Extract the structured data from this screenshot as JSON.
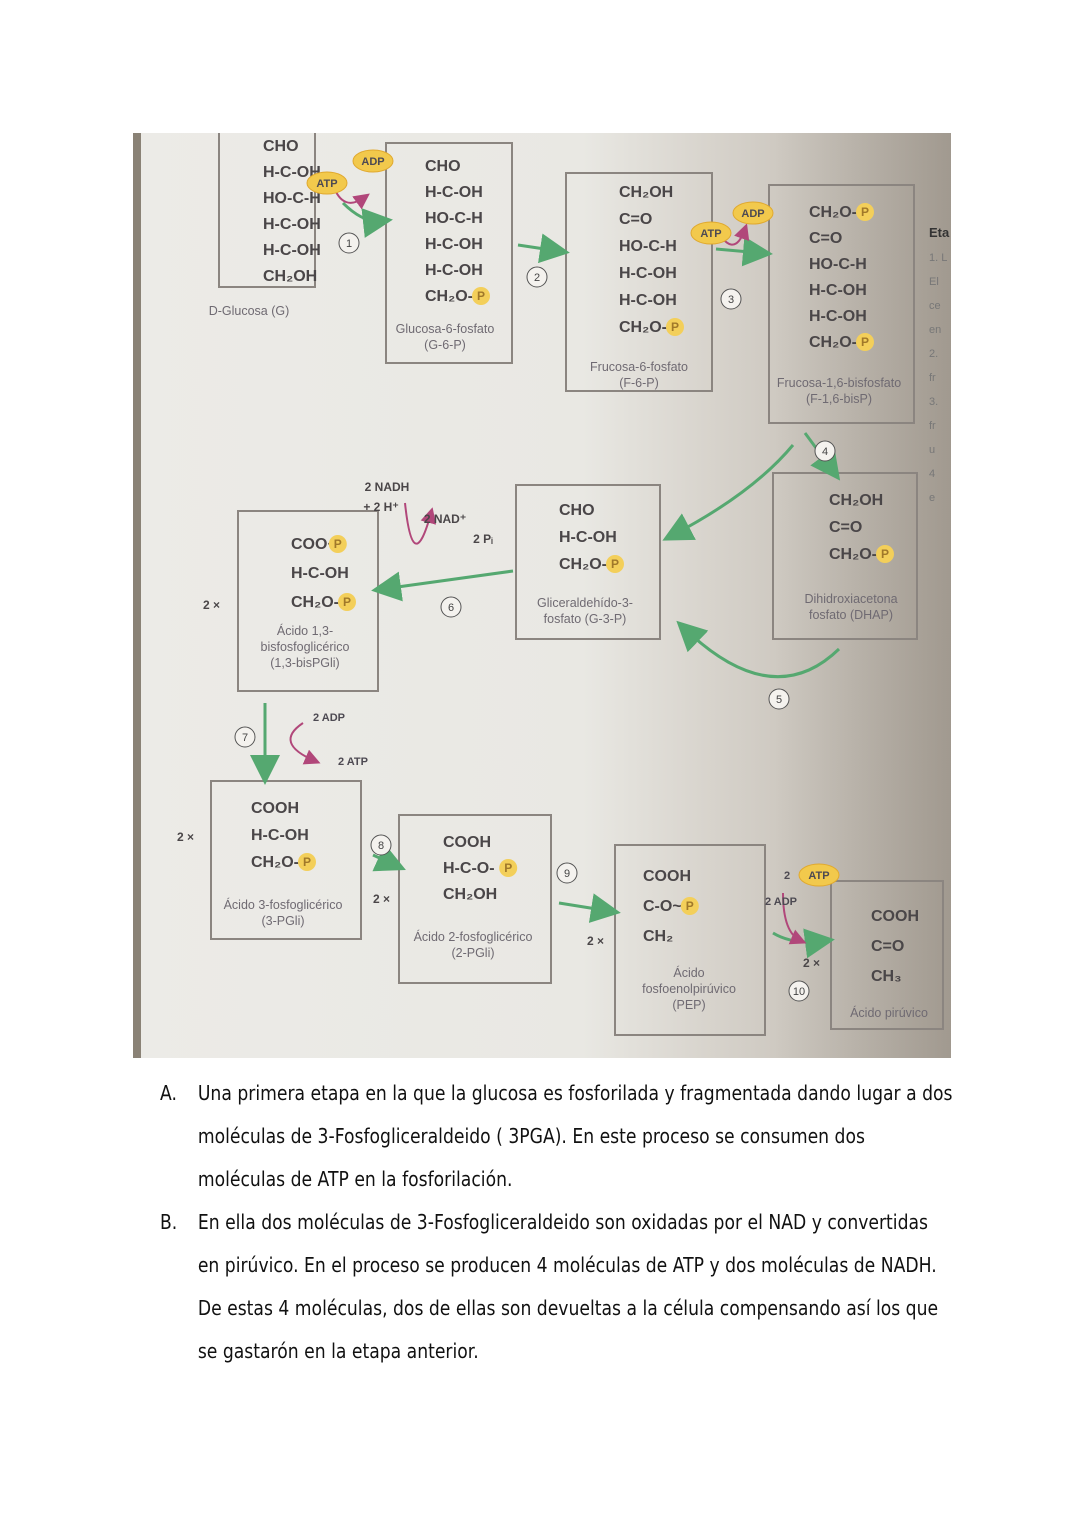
{
  "diagram": {
    "compounds": [
      {
        "id": "glucose",
        "lines": [
          "CHO",
          "H-C-OH",
          "HO-C-H",
          "H-C-OH",
          "H-C-OH",
          "CH₂OH"
        ],
        "caption": [
          "D-Glucosa (G)"
        ]
      },
      {
        "id": "g6p",
        "lines": [
          "CHO",
          "H-C-OH",
          "HO-C-H",
          "H-C-OH",
          "H-C-OH",
          "CH₂O-"
        ],
        "caption": [
          "Glucosa-6-fosfato",
          "(G-6-P)"
        ]
      },
      {
        "id": "f6p",
        "lines": [
          "CH₂OH",
          "C=O",
          "HO-C-H",
          "H-C-OH",
          "H-C-OH",
          "CH₂O-"
        ],
        "caption": [
          "Frucosa-6-fosfato",
          "(F-6-P)"
        ]
      },
      {
        "id": "f16bp",
        "lines": [
          "CH₂O-",
          "C=O",
          "HO-C-H",
          "H-C-OH",
          "H-C-OH",
          "CH₂O-"
        ],
        "caption": [
          "Frucosa-1,6-bisfosfato",
          "(F-1,6-bisP)"
        ]
      },
      {
        "id": "dhap",
        "lines": [
          "CH₂OH",
          "C=O",
          "CH₂O-"
        ],
        "caption": [
          "Dihidroxiacetona",
          "fosfato (DHAP)"
        ]
      },
      {
        "id": "g3p",
        "lines": [
          "CHO",
          "H-C-OH",
          "CH₂O-"
        ],
        "caption": [
          "Gliceraldehído-3-",
          "fosfato (G-3-P)"
        ]
      },
      {
        "id": "bpg",
        "lines": [
          "COO~",
          "H-C-OH",
          "CH₂O-"
        ],
        "caption": [
          "Ácido 1,3-",
          "bisfosfoglicérico",
          "(1,3-bisPGli)"
        ]
      },
      {
        "id": "pg3",
        "lines": [
          "COOH",
          "H-C-OH",
          "CH₂O-"
        ],
        "caption": [
          "Ácido 3-fosfoglicérico",
          "(3-PGli)"
        ]
      },
      {
        "id": "pg2",
        "lines": [
          "COOH",
          "H-C-O-",
          "CH₂OH"
        ],
        "caption": [
          "Ácido 2-fosfoglicérico",
          "(2-PGli)"
        ]
      },
      {
        "id": "pep",
        "lines": [
          "COOH",
          "C-O~",
          "CH₂"
        ],
        "caption": [
          "Ácido",
          "fosfoenolpirúvico",
          "(PEP)"
        ]
      },
      {
        "id": "pyr",
        "lines": [
          "COOH",
          "C=O",
          "CH₃"
        ],
        "caption": [
          "Ácido pirúvico"
        ]
      }
    ],
    "phosphate_symbol": "P",
    "cofactors": {
      "atp": "ATP",
      "adp": "ADP",
      "nadh": "2 NADH",
      "h": "+ 2 H⁺",
      "nad": "2 NAD⁺",
      "pi": "2 Pᵢ",
      "two_adp": "2 ADP",
      "two_atp": "2 ATP",
      "two_adp_b": "2 ADP",
      "two_atp_b": "2",
      "atp_b": "ATP"
    },
    "multipliers": {
      "x2": "2 ×"
    },
    "steps": [
      "1",
      "2",
      "3",
      "4",
      "5",
      "6",
      "7",
      "8",
      "9",
      "10"
    ],
    "side_text": [
      "Eta",
      "1. L",
      "El",
      "ce",
      "en",
      "2.",
      "fr",
      "3.",
      "fr",
      "u",
      "4",
      "e"
    ],
    "colors": {
      "arrow": "#55a870",
      "phosphate": "#f3cf5a",
      "atp_pill": "#f2c94c",
      "pink_arrow": "#b1477a"
    }
  },
  "notes": [
    {
      "letter": "A.",
      "text": "Una primera etapa en la que la glucosa es fosforilada y fragmentada dando lugar a dos moléculas de 3-Fosfogliceraldeido ( 3PGA). En este proceso se consumen dos moléculas de ATP en la fosforilación."
    },
    {
      "letter": "B.",
      "text": "En ella dos moléculas de 3-Fosfogliceraldeido son oxidadas por el NAD y convertidas en pirúvico. En el proceso se producen 4 moléculas de ATP y dos moléculas de NADH. De estas 4 moléculas, dos de ellas son devueltas a la célula compensando así los que se gastarón en la etapa anterior."
    }
  ]
}
